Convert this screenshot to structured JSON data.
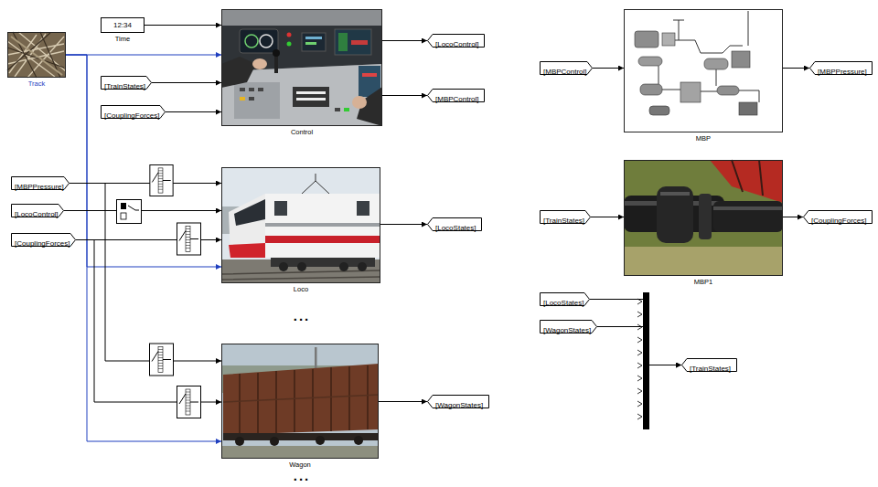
{
  "diagram": {
    "nodes": [
      {
        "text": [
          "Track"
        ]
      },
      {
        "text": [
          "12:34",
          "Time"
        ]
      },
      {
        "text": [
          "[TrainStates]"
        ]
      },
      {
        "text": [
          "[CouplingForces]"
        ]
      },
      {
        "text": [
          "Control"
        ]
      },
      {
        "text": [
          "[LocoControl]"
        ]
      },
      {
        "text": [
          "[MBPControl]"
        ]
      },
      {
        "text": [
          "[MBPPressure]"
        ]
      },
      {
        "text": [
          "[LocoControl]"
        ]
      },
      {
        "text": [
          "[CouplingForces]"
        ]
      },
      {
        "text": [
          "Loco"
        ]
      },
      {
        "text": [
          "[LocoStates]"
        ]
      },
      {
        "text": [
          "Wagon"
        ]
      },
      {
        "text": [
          "[WagonStates]"
        ]
      },
      {
        "text": [
          "[MBPControl]"
        ]
      },
      {
        "text": [
          "MBP"
        ]
      },
      {
        "text": [
          "[MBPPressure]"
        ]
      },
      {
        "text": [
          "[TrainStates]"
        ]
      },
      {
        "text": [
          "MBP1"
        ]
      },
      {
        "text": [
          "[CouplingForces]"
        ]
      },
      {
        "text": [
          "[LocoStates]"
        ]
      },
      {
        "text": [
          "[WagonStates]"
        ]
      },
      {
        "text": [
          "[TrainStates]"
        ]
      }
    ],
    "edges": [
      {
        "from": 0,
        "to": 4,
        "arrow": "to"
      },
      {
        "from": 0,
        "to": 10,
        "arrow": "to"
      },
      {
        "from": 0,
        "to": 12,
        "arrow": "to"
      },
      {
        "from": 1,
        "to": 4,
        "arrow": "to"
      },
      {
        "from": 2,
        "to": 4,
        "arrow": "to"
      },
      {
        "from": 3,
        "to": 4,
        "arrow": "to"
      },
      {
        "from": 4,
        "to": 5,
        "arrow": "to"
      },
      {
        "from": 4,
        "to": 6,
        "arrow": "to"
      },
      {
        "from": 7,
        "to": 10,
        "arrow": "to"
      },
      {
        "from": 7,
        "to": 12,
        "arrow": "to"
      },
      {
        "from": 8,
        "to": 10,
        "arrow": "to"
      },
      {
        "from": 9,
        "to": 10,
        "arrow": "to"
      },
      {
        "from": 9,
        "to": 12,
        "arrow": "to"
      },
      {
        "from": 10,
        "to": 11,
        "arrow": "to"
      },
      {
        "from": 12,
        "to": 13,
        "arrow": "to"
      },
      {
        "from": 14,
        "to": 15,
        "arrow": "to"
      },
      {
        "from": 15,
        "to": 16,
        "arrow": "to"
      },
      {
        "from": 17,
        "to": 18,
        "arrow": "to"
      },
      {
        "from": 18,
        "to": 19,
        "arrow": "to"
      },
      {
        "from": 20,
        "to": 22,
        "arrow": "to"
      },
      {
        "from": 21,
        "to": 22,
        "arrow": "to"
      }
    ],
    "labels": [
      "...",
      "..."
    ]
  }
}
